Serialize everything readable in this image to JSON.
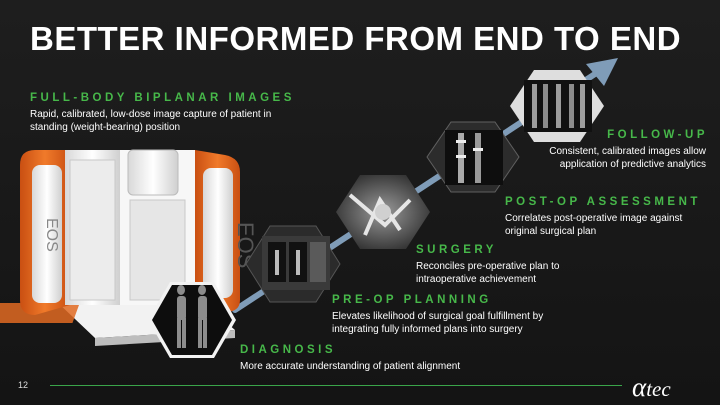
{
  "title": "BETTER INFORMED FROM END TO END",
  "intro": {
    "heading": "FULL-BODY BIPLANAR IMAGES",
    "text": "Rapid, calibrated, low-dose image capture of patient in standing (weight-bearing) position"
  },
  "stages": [
    {
      "heading": "DIAGNOSIS",
      "text": "More accurate understanding of patient alignment"
    },
    {
      "heading": "PRE-OP PLANNING",
      "text": "Elevates likelihood of surgical goal fulfillment by integrating fully informed plans into surgery"
    },
    {
      "heading": "SURGERY",
      "text": "Reconciles pre-operative plan to intraoperative achievement"
    },
    {
      "heading": "POST-OP ASSESSMENT",
      "text": "Correlates post-operative image against original surgical plan"
    },
    {
      "heading": "FOLLOW-UP",
      "text": "Consistent, calibrated images allow application of predictive analytics"
    }
  ],
  "footer": {
    "page_number": "12",
    "logo_text": "tec",
    "logo_symbol": "α"
  },
  "device_label": "EOS",
  "colors": {
    "accent_green": "#47b84a",
    "device_orange": "#e8661c",
    "arrow": "#7f9cb8",
    "background": "#1b1b1b"
  }
}
